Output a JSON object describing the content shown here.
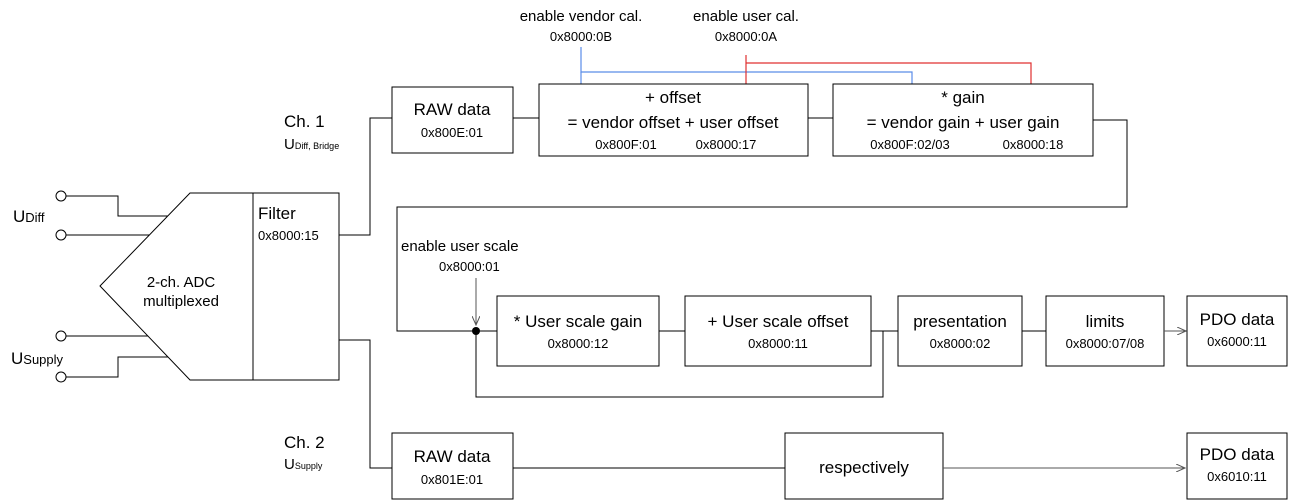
{
  "top_labels": {
    "vendor_cal": "enable vendor cal.",
    "vendor_cal_idx": "0x8000:0B",
    "user_cal": "enable user cal.",
    "user_cal_idx": "0x8000:0A"
  },
  "inputs": {
    "udiff_main": "U",
    "udiff_sub": "Diff",
    "usupply_main": "U",
    "usupply_sub": "Supply"
  },
  "adc": {
    "line1": "2-ch. ADC",
    "line2": "multiplexed"
  },
  "filter": {
    "title": "Filter",
    "index": "0x8000:15"
  },
  "ch1": {
    "label": "Ch. 1",
    "sig_main": "U",
    "sig_sub": "Diff, Bridge"
  },
  "ch2": {
    "label": "Ch. 2",
    "sig_main": "U",
    "sig_sub": "Supply"
  },
  "raw1": {
    "title": "RAW data",
    "index": "0x800E:01"
  },
  "offset": {
    "line1": "+ offset",
    "line2": "= vendor offset + user offset",
    "idx1": "0x800F:01",
    "idx2": "0x8000:17"
  },
  "gain": {
    "line1": "* gain",
    "line2": "= vendor gain + user gain",
    "idx1": "0x800F:02/03",
    "idx2": "0x8000:18"
  },
  "user_scale": {
    "label": "enable user scale",
    "index": "0x8000:01"
  },
  "scale_gain": {
    "title": "* User scale gain",
    "index": "0x8000:12"
  },
  "scale_offset": {
    "title": "+ User scale offset",
    "index": "0x8000:11"
  },
  "presentation": {
    "title": "presentation",
    "index": "0x8000:02"
  },
  "limits": {
    "title": "limits",
    "index": "0x8000:07/08"
  },
  "pdo1": {
    "title": "PDO data",
    "index": "0x6000:11"
  },
  "raw2": {
    "title": "RAW data",
    "index": "0x801E:01"
  },
  "respectively": {
    "title": "respectively"
  },
  "pdo2": {
    "title": "PDO data",
    "index": "0x6010:11"
  },
  "colors": {
    "vendor_cal": "#5b8de8",
    "user_cal": "#e03030",
    "arrow_gray": "#555555"
  }
}
